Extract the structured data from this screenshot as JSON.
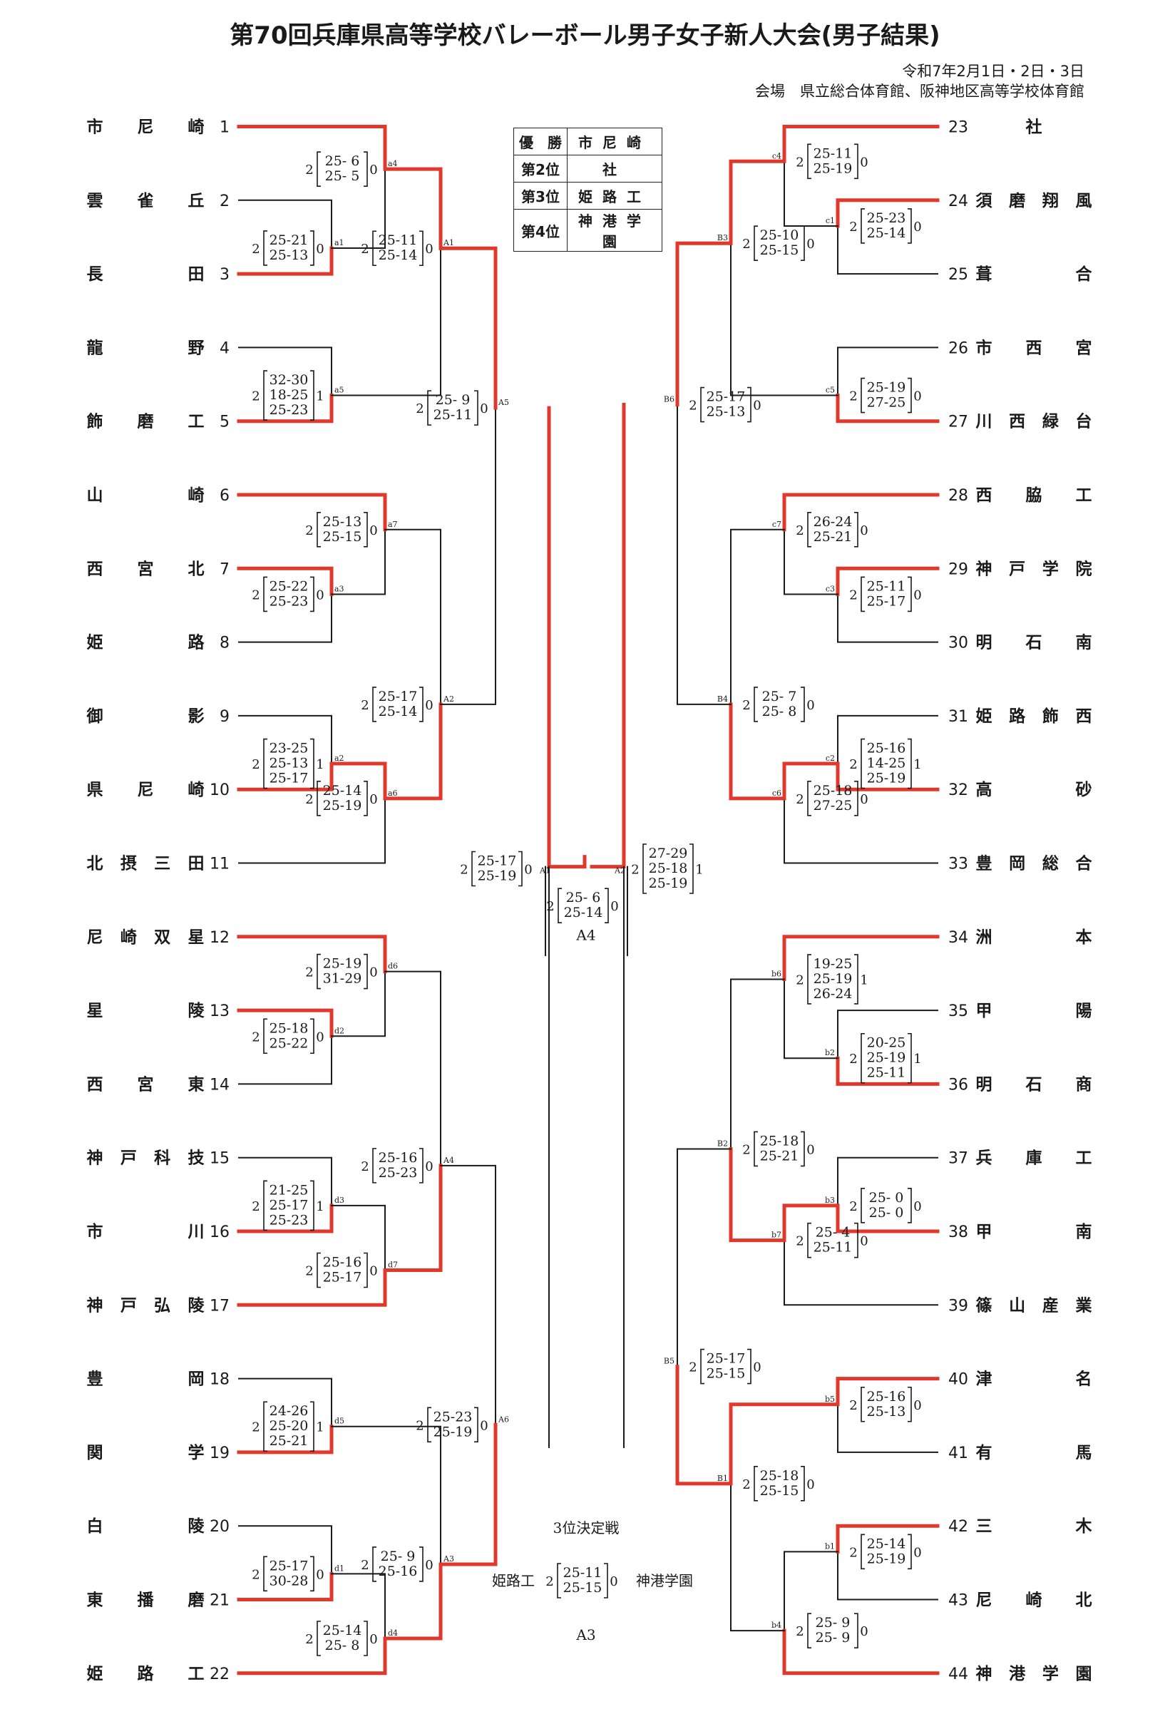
{
  "title": "第70回兵庫県高等学校バレーボール男子女子新人大会(男子結果)",
  "dates": "令和7年2月1日・2日・3日",
  "venue": "会場　県立総合体育館、阪神地区高等学校体育館",
  "results": [
    {
      "place": "優　勝",
      "team": "市尼崎"
    },
    {
      "place": "第2位",
      "team": "社"
    },
    {
      "place": "第3位",
      "team": "姫路工"
    },
    {
      "place": "第4位",
      "team": "神港学園"
    }
  ],
  "left_teams": [
    {
      "seed": "1",
      "name": "市尼崎"
    },
    {
      "seed": "2",
      "name": "雲雀丘"
    },
    {
      "seed": "3",
      "name": "長田"
    },
    {
      "seed": "4",
      "name": "龍野"
    },
    {
      "seed": "5",
      "name": "飾磨工"
    },
    {
      "seed": "6",
      "name": "山崎"
    },
    {
      "seed": "7",
      "name": "西宮北"
    },
    {
      "seed": "8",
      "name": "姫路"
    },
    {
      "seed": "9",
      "name": "御影"
    },
    {
      "seed": "10",
      "name": "県尼崎"
    },
    {
      "seed": "11",
      "name": "北摂三田"
    },
    {
      "seed": "12",
      "name": "尼崎双星"
    },
    {
      "seed": "13",
      "name": "星陵"
    },
    {
      "seed": "14",
      "name": "西宮東"
    },
    {
      "seed": "15",
      "name": "神戸科技"
    },
    {
      "seed": "16",
      "name": "市川"
    },
    {
      "seed": "17",
      "name": "神戸弘陵"
    },
    {
      "seed": "18",
      "name": "豊岡"
    },
    {
      "seed": "19",
      "name": "関学"
    },
    {
      "seed": "20",
      "name": "白陵"
    },
    {
      "seed": "21",
      "name": "東播磨"
    },
    {
      "seed": "22",
      "name": "姫路工"
    }
  ],
  "right_teams": [
    {
      "seed": "23",
      "name": "社"
    },
    {
      "seed": "24",
      "name": "須磨翔風"
    },
    {
      "seed": "25",
      "name": "葺合"
    },
    {
      "seed": "26",
      "name": "市西宮"
    },
    {
      "seed": "27",
      "name": "川西緑台"
    },
    {
      "seed": "28",
      "name": "西脇工"
    },
    {
      "seed": "29",
      "name": "神戸学院"
    },
    {
      "seed": "30",
      "name": "明石南"
    },
    {
      "seed": "31",
      "name": "姫路飾西"
    },
    {
      "seed": "32",
      "name": "高砂"
    },
    {
      "seed": "33",
      "name": "豊岡総合"
    },
    {
      "seed": "34",
      "name": "洲本"
    },
    {
      "seed": "35",
      "name": "甲陽"
    },
    {
      "seed": "36",
      "name": "明石商"
    },
    {
      "seed": "37",
      "name": "兵庫工"
    },
    {
      "seed": "38",
      "name": "甲南"
    },
    {
      "seed": "39",
      "name": "篠山産業"
    },
    {
      "seed": "40",
      "name": "津名"
    },
    {
      "seed": "41",
      "name": "有馬"
    },
    {
      "seed": "42",
      "name": "三木"
    },
    {
      "seed": "43",
      "name": "尼崎北"
    },
    {
      "seed": "44",
      "name": "神港学園"
    }
  ],
  "matches": {
    "a1": {
      "label": "a1",
      "win": "2",
      "lose": "0",
      "sets": [
        "25-21",
        "25-13"
      ]
    },
    "a4": {
      "label": "a4",
      "win": "2",
      "lose": "0",
      "sets": [
        "25- 6",
        "25- 5"
      ]
    },
    "a5": {
      "label": "a5",
      "win": "2",
      "lose": "1",
      "sets": [
        "32-30",
        "18-25",
        "25-23"
      ]
    },
    "A1": {
      "label": "A1",
      "win": "2",
      "lose": "0",
      "sets": [
        "25-11",
        "25-14"
      ]
    },
    "a3": {
      "label": "a3",
      "win": "2",
      "lose": "0",
      "sets": [
        "25-22",
        "25-23"
      ]
    },
    "a7": {
      "label": "a7",
      "win": "2",
      "lose": "0",
      "sets": [
        "25-13",
        "25-15"
      ]
    },
    "a2": {
      "label": "a2",
      "win": "2",
      "lose": "1",
      "sets": [
        "23-25",
        "25-13",
        "25-17"
      ]
    },
    "a6": {
      "label": "a6",
      "win": "2",
      "lose": "0",
      "sets": [
        "25-14",
        "25-19"
      ]
    },
    "A2": {
      "label": "A2",
      "win": "2",
      "lose": "0",
      "sets": [
        "25-17",
        "25-14"
      ]
    },
    "A5": {
      "label": "A5",
      "win": "2",
      "lose": "0",
      "sets": [
        "25- 9",
        "25-11"
      ]
    },
    "d2": {
      "label": "d2",
      "win": "2",
      "lose": "0",
      "sets": [
        "25-18",
        "25-22"
      ]
    },
    "d6": {
      "label": "d6",
      "win": "2",
      "lose": "0",
      "sets": [
        "25-19",
        "31-29"
      ]
    },
    "d3": {
      "label": "d3",
      "win": "2",
      "lose": "1",
      "sets": [
        "21-25",
        "25-17",
        "25-23"
      ]
    },
    "d7": {
      "label": "d7",
      "win": "2",
      "lose": "0",
      "sets": [
        "25-16",
        "25-17"
      ]
    },
    "A4": {
      "label": "A4",
      "win": "2",
      "lose": "0",
      "sets": [
        "25-16",
        "25-23"
      ]
    },
    "d5": {
      "label": "d5",
      "win": "2",
      "lose": "1",
      "sets": [
        "24-26",
        "25-20",
        "25-21"
      ]
    },
    "d1": {
      "label": "d1",
      "win": "2",
      "lose": "0",
      "sets": [
        "25-17",
        "30-28"
      ]
    },
    "d4": {
      "label": "d4",
      "win": "2",
      "lose": "0",
      "sets": [
        "25-14",
        "25- 8"
      ]
    },
    "A3": {
      "label": "A3",
      "win": "2",
      "lose": "0",
      "sets": [
        "25- 9",
        "25-16"
      ]
    },
    "A6": {
      "label": "A6",
      "win": "2",
      "lose": "0",
      "sets": [
        "25-23",
        "25-19"
      ]
    },
    "c1": {
      "label": "c1",
      "win": "2",
      "lose": "0",
      "sets": [
        "25-23",
        "25-14"
      ]
    },
    "c4": {
      "label": "c4",
      "win": "2",
      "lose": "0",
      "sets": [
        "25-11",
        "25-19"
      ]
    },
    "c5": {
      "label": "c5",
      "win": "2",
      "lose": "0",
      "sets": [
        "25-19",
        "27-25"
      ]
    },
    "B3": {
      "label": "B3",
      "win": "2",
      "lose": "0",
      "sets": [
        "25-10",
        "25-15"
      ]
    },
    "c3": {
      "label": "c3",
      "win": "2",
      "lose": "0",
      "sets": [
        "25-11",
        "25-17"
      ]
    },
    "c7": {
      "label": "c7",
      "win": "2",
      "lose": "0",
      "sets": [
        "26-24",
        "25-21"
      ]
    },
    "c2": {
      "label": "c2",
      "win": "2",
      "lose": "1",
      "sets": [
        "25-16",
        "14-25",
        "25-19"
      ]
    },
    "c6": {
      "label": "c6",
      "win": "2",
      "lose": "0",
      "sets": [
        "25-18",
        "27-25"
      ]
    },
    "B4": {
      "label": "B4",
      "win": "2",
      "lose": "0",
      "sets": [
        "25- 7",
        "25- 8"
      ]
    },
    "B6": {
      "label": "B6",
      "win": "2",
      "lose": "0",
      "sets": [
        "25-17",
        "25-13"
      ]
    },
    "b2": {
      "label": "b2",
      "win": "2",
      "lose": "1",
      "sets": [
        "20-25",
        "25-19",
        "25-11"
      ]
    },
    "b6": {
      "label": "b6",
      "win": "2",
      "lose": "1",
      "sets": [
        "19-25",
        "25-19",
        "26-24"
      ]
    },
    "b3": {
      "label": "b3",
      "win": "2",
      "lose": "0",
      "sets": [
        "25- 0",
        "25- 0"
      ]
    },
    "b7": {
      "label": "b7",
      "win": "2",
      "lose": "0",
      "sets": [
        "25- 4",
        "25-11"
      ]
    },
    "B2": {
      "label": "B2",
      "win": "2",
      "lose": "0",
      "sets": [
        "25-18",
        "25-21"
      ]
    },
    "b5": {
      "label": "b5",
      "win": "2",
      "lose": "0",
      "sets": [
        "25-16",
        "25-13"
      ]
    },
    "b1": {
      "label": "b1",
      "win": "2",
      "lose": "0",
      "sets": [
        "25-14",
        "25-19"
      ]
    },
    "b4": {
      "label": "b4",
      "win": "2",
      "lose": "0",
      "sets": [
        "25- 9",
        "25- 9"
      ]
    },
    "B1": {
      "label": "B1",
      "win": "2",
      "lose": "0",
      "sets": [
        "25-18",
        "25-15"
      ]
    },
    "B5": {
      "label": "B5",
      "win": "2",
      "lose": "0",
      "sets": [
        "25-17",
        "25-15"
      ]
    },
    "SL": {
      "label": "A1",
      "win": "2",
      "lose": "0",
      "sets": [
        "25-17",
        "25-19"
      ]
    },
    "SR": {
      "label": "A2",
      "win": "2",
      "lose": "1",
      "sets": [
        "27-29",
        "25-18",
        "25-19"
      ]
    },
    "F": {
      "label": "",
      "win": "2",
      "lose": "0",
      "sets": [
        "25- 6",
        "25-14"
      ]
    },
    "T": {
      "label": "",
      "win": "2",
      "lose": "0",
      "sets": [
        "25-11",
        "25-15"
      ]
    }
  },
  "final_label": "A4",
  "third_place": {
    "heading": "3位決定戦",
    "left_team": "姫路工",
    "right_team": "神港学園",
    "court": "A3"
  },
  "colors": {
    "winner": "#e2382b",
    "line": "#1a1a1a"
  }
}
